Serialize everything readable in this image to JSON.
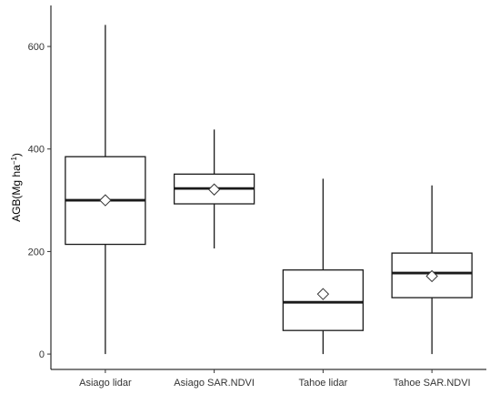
{
  "chart_data": {
    "type": "boxplot",
    "categories": [
      "Asiago lidar",
      "Asiago SAR.NDVI",
      "Tahoe lidar",
      "Tahoe SAR.NDVI"
    ],
    "boxes": [
      {
        "min": 0,
        "q1": 214,
        "median": 300,
        "q3": 385,
        "max": 642,
        "mean": 300
      },
      {
        "min": 206,
        "q1": 293,
        "median": 323,
        "q3": 351,
        "max": 438,
        "mean": 321
      },
      {
        "min": 0,
        "q1": 46,
        "median": 101,
        "q3": 164,
        "max": 342,
        "mean": 117
      },
      {
        "min": 0,
        "q1": 110,
        "median": 158,
        "q3": 197,
        "max": 329,
        "mean": 152
      }
    ],
    "ylabel": "AGB(Mg ha",
    "ylabel_sup": "−1",
    "ylabel_suffix": ")",
    "yticks": [
      0,
      200,
      400,
      600
    ],
    "ylim": [
      -30,
      680
    ],
    "grid": false,
    "colors": {
      "box_stroke": "#1a1a1a",
      "box_fill": "#ffffff",
      "axis": "#000000",
      "text": "#333333"
    }
  }
}
